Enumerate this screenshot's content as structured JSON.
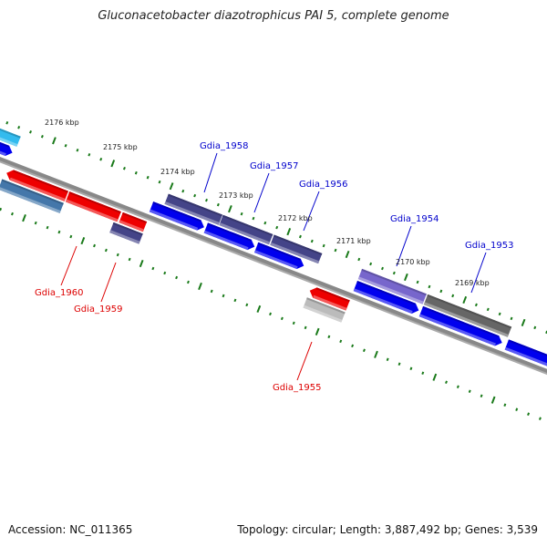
{
  "title": "Gluconacetobacter diazotrophicus PAI 5, complete genome",
  "footer": {
    "accession": "Accession: NC_011365",
    "summary": "Topology: circular; Length: 3,887,492 bp; Genes: 3,539"
  },
  "colors": {
    "backbone": "#888888",
    "ruler": "#1a7a1a",
    "plus_label": "#0000cc",
    "minus_label": "#dd0000"
  },
  "ruler": {
    "unit": "kbp",
    "upper_ticks": [
      2176,
      2175,
      2174,
      2173,
      2172,
      2171,
      2170,
      2169
    ],
    "labels": [
      "2176 kbp",
      "2175 kbp",
      "2174 kbp",
      "2173 kbp",
      "2172 kbp",
      "2171 kbp",
      "2170 kbp",
      "2169 kbp"
    ]
  },
  "features": [
    {
      "row": "cog-plus",
      "start_kbp": 2176.95,
      "end_kbp": 2176.52,
      "color": "#33bbee",
      "strand": "+"
    },
    {
      "row": "gene-plus",
      "start_kbp": 2176.95,
      "end_kbp": 2176.55,
      "color": "#0000ee",
      "strand": "+",
      "arrow": true
    },
    {
      "row": "gene-minus",
      "start_kbp": 2176.52,
      "end_kbp": 2175.5,
      "color": "#ee0000",
      "strand": "-",
      "arrow": true
    },
    {
      "row": "gene-minus",
      "start_kbp": 2175.48,
      "end_kbp": 2174.6,
      "color": "#ee0000",
      "strand": "-"
    },
    {
      "row": "gene-minus",
      "start_kbp": 2174.57,
      "end_kbp": 2174.16,
      "color": "#ee0000",
      "strand": "-"
    },
    {
      "row": "cog-minus",
      "start_kbp": 2176.55,
      "end_kbp": 2175.5,
      "color": "#4477aa",
      "strand": "-"
    },
    {
      "row": "cog-minus",
      "start_kbp": 2174.65,
      "end_kbp": 2174.15,
      "color": "#444488",
      "strand": "-"
    },
    {
      "row": "cog-plus",
      "start_kbp": 2174.0,
      "end_kbp": 2173.08,
      "color": "#444488",
      "strand": "+"
    },
    {
      "row": "cog-plus",
      "start_kbp": 2173.07,
      "end_kbp": 2172.22,
      "color": "#444488",
      "strand": "+"
    },
    {
      "row": "cog-plus",
      "start_kbp": 2172.2,
      "end_kbp": 2171.38,
      "color": "#444488",
      "strand": "+"
    },
    {
      "row": "gene-plus",
      "start_kbp": 2174.18,
      "end_kbp": 2173.28,
      "color": "#0000ee",
      "strand": "+",
      "arrow": true
    },
    {
      "row": "gene-plus",
      "start_kbp": 2173.25,
      "end_kbp": 2172.42,
      "color": "#0000ee",
      "strand": "+",
      "arrow": true
    },
    {
      "row": "gene-plus",
      "start_kbp": 2172.39,
      "end_kbp": 2171.58,
      "color": "#0000ee",
      "strand": "+",
      "arrow": true
    },
    {
      "row": "gene-minus",
      "start_kbp": 2171.35,
      "end_kbp": 2170.7,
      "color": "#ee0000",
      "strand": "-",
      "arrow": true
    },
    {
      "row": "cog-minus",
      "start_kbp": 2171.35,
      "end_kbp": 2170.7,
      "color": "#bbbbbb",
      "strand": "-"
    },
    {
      "row": "cog-plus",
      "start_kbp": 2170.7,
      "end_kbp": 2169.6,
      "color": "#7766cc",
      "strand": "+"
    },
    {
      "row": "cog-plus",
      "start_kbp": 2169.58,
      "end_kbp": 2168.15,
      "color": "#666666",
      "strand": "+"
    },
    {
      "row": "gene-plus",
      "start_kbp": 2170.7,
      "end_kbp": 2169.62,
      "color": "#0000ee",
      "strand": "+",
      "arrow": true
    },
    {
      "row": "gene-plus",
      "start_kbp": 2169.58,
      "end_kbp": 2168.2,
      "color": "#0000ee",
      "strand": "+",
      "arrow": true
    },
    {
      "row": "gene-plus",
      "start_kbp": 2168.12,
      "end_kbp": 2167.3,
      "color": "#0000ee",
      "strand": "+",
      "arrow": true
    }
  ],
  "gene_labels": [
    {
      "text": "Gdia_1958",
      "strand": "+"
    },
    {
      "text": "Gdia_1957",
      "strand": "+"
    },
    {
      "text": "Gdia_1956",
      "strand": "+"
    },
    {
      "text": "Gdia_1954",
      "strand": "+"
    },
    {
      "text": "Gdia_1953",
      "strand": "+"
    },
    {
      "text": "Gdia_1960",
      "strand": "-"
    },
    {
      "text": "Gdia_1959",
      "strand": "-"
    },
    {
      "text": "Gdia_1955",
      "strand": "-"
    }
  ]
}
